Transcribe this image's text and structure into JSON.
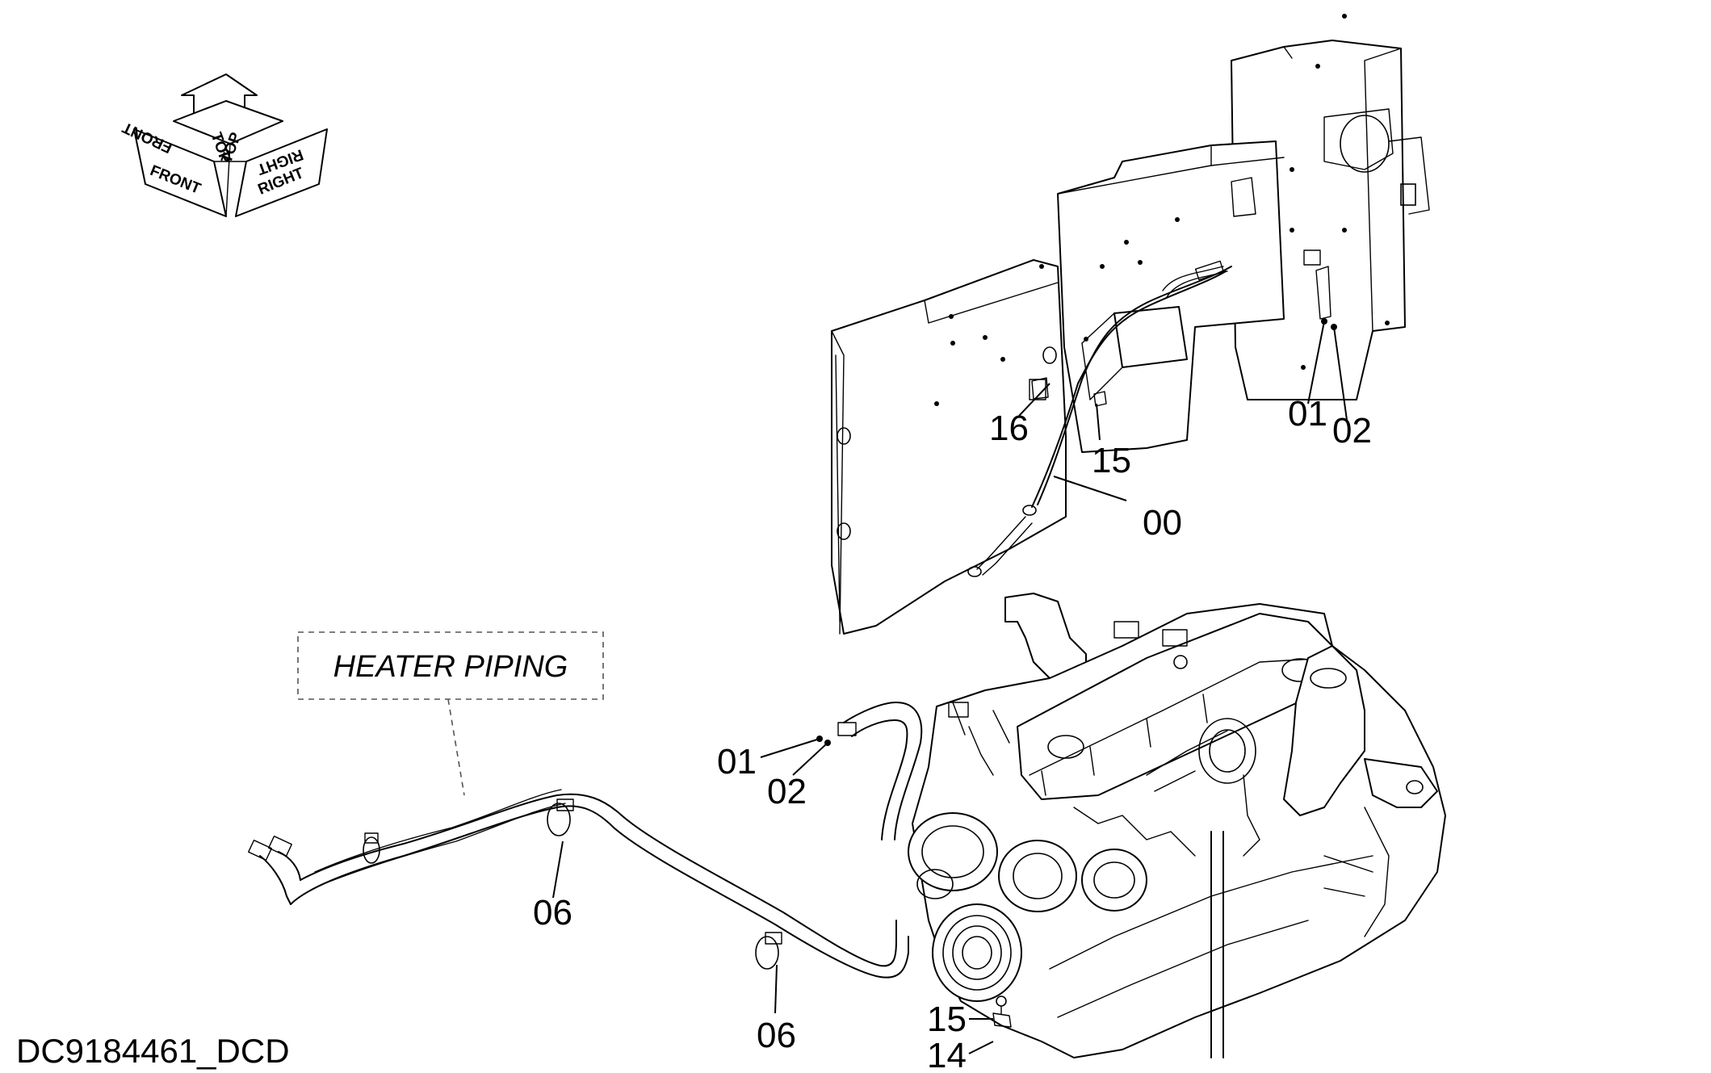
{
  "drawing_code": "DC9184461_DCD",
  "heater_piping_label": "HEATER PIPING",
  "orientation": {
    "front": "FRONT",
    "top": "TOP",
    "right": "RIGHT"
  },
  "callouts": {
    "c16": "16",
    "c15_upper": "15",
    "c01_upper": "01",
    "c02_upper": "02",
    "c00": "00",
    "c01_lower": "01",
    "c02_lower": "02",
    "c06_left": "06",
    "c06_right": "06",
    "c15_lower": "15",
    "c14": "14"
  }
}
